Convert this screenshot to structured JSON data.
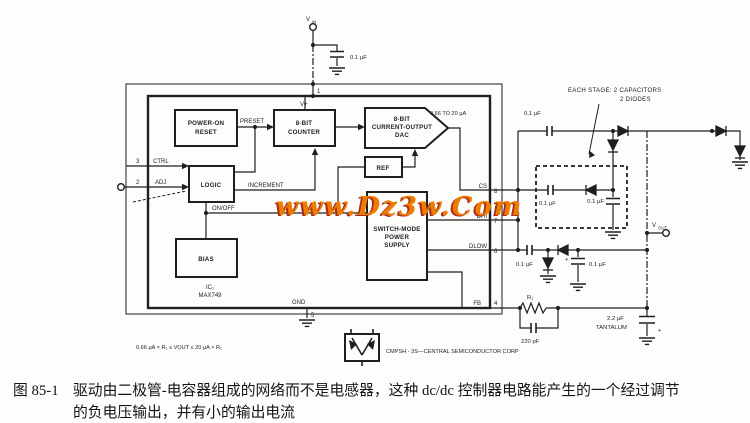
{
  "colors": {
    "ink": "#1f1f1f",
    "paper": "#fdfdfc",
    "watermark_fill": "#ee7c00",
    "watermark_edge": "#a82f1c"
  },
  "watermark": {
    "text": "www.Dz3w.Com"
  },
  "caption": {
    "figure": "图 85-1",
    "line1": "驱动由二极管-电容器组成的网络而不是电感器，这种 dc/dc 控制器电路能产生的一个经过调节",
    "line2": "的负电压输出，并有小的输出电流"
  },
  "supply": {
    "vin_v": "V",
    "vin_sub": "IN",
    "bypass_cap": "0.1 µF"
  },
  "output": {
    "vout_v": "V",
    "vout_sub": "OUT"
  },
  "ic": {
    "designator": "IC₁",
    "part": "MAX749",
    "blocks": {
      "por": {
        "line1": "POWER-ON",
        "line2": "RESET"
      },
      "counter": {
        "line1": "8-BIT",
        "line2": "COUNTER"
      },
      "dac": {
        "line1": "8-BIT",
        "line2": "CURRENT-OUTPUT",
        "line3": "DAC",
        "range": "0.66 TO 20 µA"
      },
      "ref": {
        "label": "REF"
      },
      "logic": {
        "label": "LOGIC"
      },
      "bias": {
        "label": "BIAS"
      },
      "smps": {
        "line1": "SWITCH-MODE",
        "line2": "POWER",
        "line3": "SUPPLY"
      }
    },
    "signals": {
      "preset": "PRESET",
      "increment": "INCREMENT",
      "onoff": "ON/OFF"
    },
    "pins": {
      "vplus": {
        "name": "V+",
        "number": "1"
      },
      "adj": {
        "name": "ADJ",
        "number": "2"
      },
      "ctrl": {
        "name": "CTRL",
        "number": "3"
      },
      "fb": {
        "name": "FB",
        "number": "4"
      },
      "gnd": {
        "name": "GND",
        "number": "5"
      },
      "dlow": {
        "name": "DLOW",
        "number": "6"
      },
      "dhi": {
        "name": "DHI",
        "number": "7"
      },
      "cs": {
        "name": "CS",
        "number": "8"
      }
    }
  },
  "network": {
    "note": {
      "line1": "EACH STAGE: 2 CAPACITORS",
      "line2": "2 DIODES"
    },
    "cap_top": "0.1 µF",
    "cap_stage1_series": "0.1 µF",
    "cap_stage1_shunt": "0.1 µF",
    "cap_stage2_series": "0.1 µF",
    "cap_stage2_shunt": "0.1 µF",
    "plus": "+",
    "r1": "R₁",
    "c_fb": "220 pF",
    "c_out_line1": "2.2 µF",
    "c_out_line2": "TANTALUM",
    "diode_note": "CMPSH - 3S—CENTRAL SEMICONDUCTOR CORP"
  },
  "formula": "0.66 µA × R₁ ≤ VOUT ≤ 20 µA × R₁"
}
